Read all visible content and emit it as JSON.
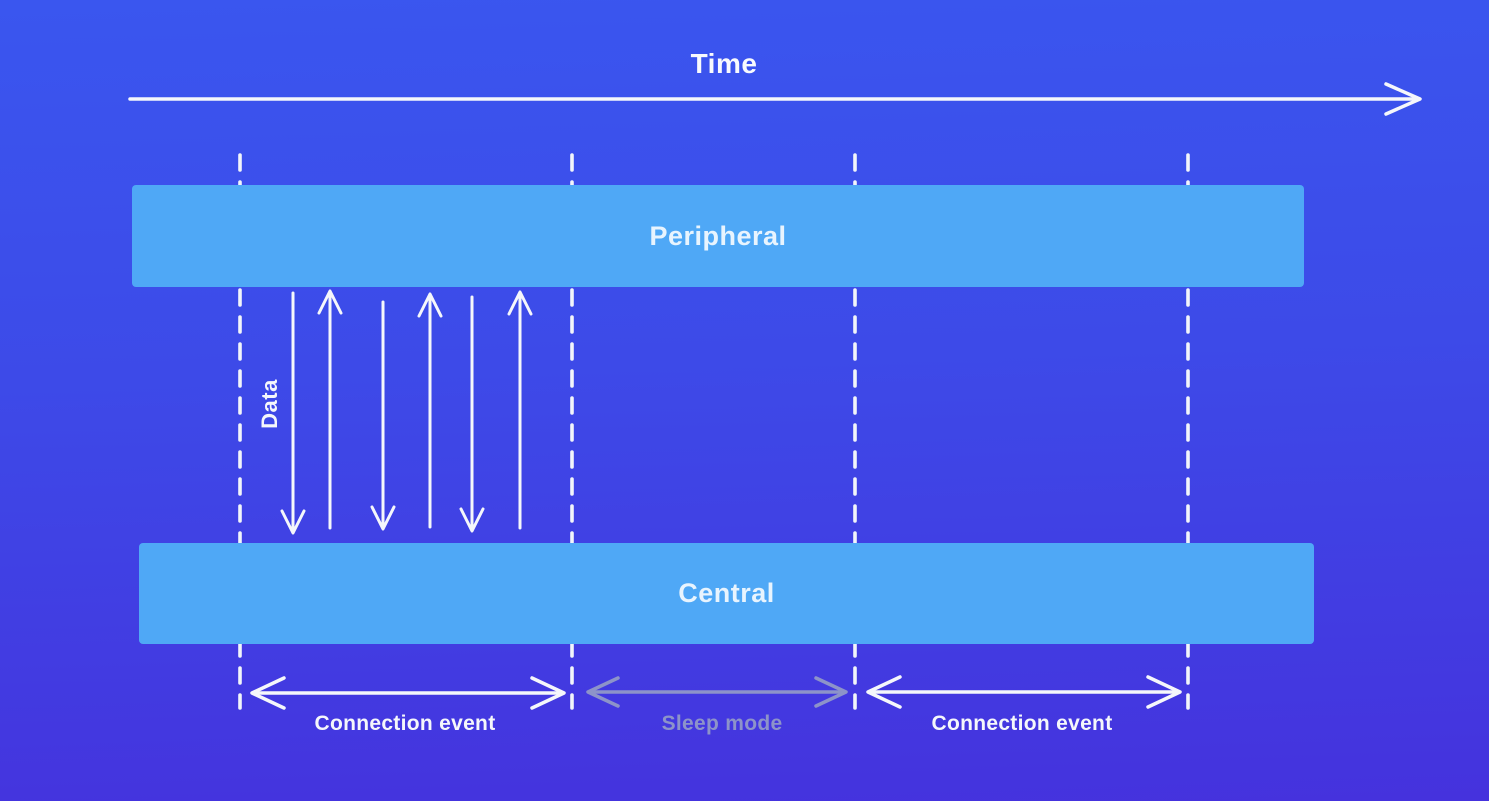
{
  "colors": {
    "background_top": "#3a56ef",
    "background_bottom": "#4532dd",
    "lane_fill": "#4fa8f6",
    "lane_label_text": "#e8f4fe",
    "stroke_white": "#f5f7fb",
    "muted_gray": "#8d93c9"
  },
  "time_axis": {
    "label": "Time"
  },
  "lanes": [
    {
      "id": "peripheral",
      "label": "Peripheral"
    },
    {
      "id": "central",
      "label": "Central"
    }
  ],
  "data_exchange": {
    "label": "Data",
    "arrows": [
      {
        "direction": "down"
      },
      {
        "direction": "up"
      },
      {
        "direction": "down"
      },
      {
        "direction": "up"
      },
      {
        "direction": "down"
      },
      {
        "direction": "up"
      }
    ]
  },
  "segments": [
    {
      "label": "Connection event",
      "style": "active"
    },
    {
      "label": "Sleep mode",
      "style": "sleep"
    },
    {
      "label": "Connection event",
      "style": "active"
    }
  ]
}
